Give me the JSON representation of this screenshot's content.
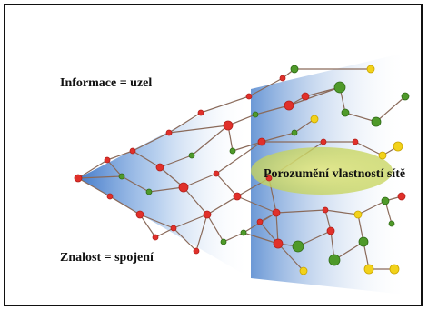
{
  "labels": {
    "information_node": "Informace = uzel",
    "knowledge_link": "Znalost = spojení",
    "understanding": "Porozumění vlastností sítě"
  },
  "colors": {
    "frame": "#111111",
    "cone_dark": "#2f6cc4",
    "cone_light": "#ffffff",
    "node_red": "#e0302a",
    "node_green": "#4f9a2a",
    "node_yellow": "#f2d21a",
    "edge": "#8a6a5a",
    "highlight_ellipse": "#d9e27a"
  },
  "network": {
    "node_types": [
      "red",
      "green",
      "yellow"
    ],
    "description_visible": false
  }
}
